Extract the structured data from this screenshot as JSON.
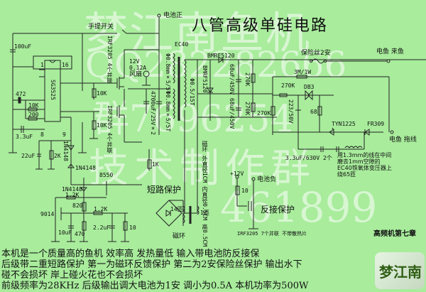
{
  "title": "八管高级单硅电路",
  "chapter": "高频机第七章",
  "watermark": {
    "brand": "梦江南鱼机",
    "qq_prefix": "QQ",
    "qq_numbers": [
      "282282666",
      "7696254",
      "461899"
    ],
    "group": "技术制作群"
  },
  "logo": {
    "text": "梦江南"
  },
  "terminals": {
    "battery_pos": "电池正",
    "battery_neg": "电池负",
    "plus12v": "+12V",
    "out_fish1": "电鱼 来鱼",
    "out_fish2": "电鱼 拖线"
  },
  "switch": {
    "label": "手提开关"
  },
  "ic": {
    "name": "SG3525",
    "pin1": "1",
    "pin16": "16",
    "pin8": "8",
    "pin9": "9"
  },
  "components": {
    "c_100uf": "100uF",
    "c_472": "472",
    "r_10k_a": "10K",
    "r_200": "200",
    "c_3_3uf": "3.3uF",
    "c_22uf": "22uF",
    "r_2k": "2K",
    "d_1n4148_a": "1N4148",
    "d_1n4148_b": "1N4148",
    "d_1n4148_c": "1N4148",
    "q_8550": "8550",
    "q_9014": "9014",
    "r_1_2k_a": "1.2K",
    "r_1_2k_b": "1.2K",
    "r_820": "820",
    "c_10uf": "10uF",
    "r_470": "470",
    "c_2_2uf": "2.2uF",
    "r_10_a": "10",
    "r_10k_b": "10K",
    "r_10k_c": "10K",
    "r_1k": "1K",
    "mos_top": "IRF3205 4个并联",
    "mos_bottom": "IRF3205 4个并联",
    "fan_v": "12V",
    "fan_a": "0.12A",
    "fan_name": "风扇",
    "c_4700uf": "4700uF/25V×2",
    "core": "EC40",
    "winding_p1": "Φ0.8mm×5/5T",
    "winding_p2": "Φ0.8mm×5/5T",
    "winding_s": "Φ0.5/15T",
    "d_bmrf_a": "BMRF5120",
    "d_bmrf_b": "BMRF5120",
    "c_68uf_a": "68uF/450V",
    "c_68uf_b": "68uF/450V",
    "r_270k_a": "270K",
    "r_270k_b": "270K",
    "r_270k_c": "270K",
    "r_270k_pot": "270K",
    "fuse": "保险丝2安",
    "r_3m": "3M/1W",
    "db3": "DB3",
    "c_223": "223/50V",
    "r_68": "68",
    "scr": "TYN1225",
    "d_fr309": "FR309",
    "c_3_3uf_630": "3.3uF/630V 2个",
    "inductor_note": "用1.3mm的线在中间磨去1mm空隙的EC40铁氧体变压器上绕65匝",
    "short_prot": "短路保护",
    "turns_14": "14匝",
    "turns_1": "1匝",
    "ring": "磁环",
    "ring_spec": "磁环 外直径1CM 内直径0.5CM 高0.5CM",
    "r_10_b": "10",
    "reverse_prot": "反接保护",
    "mos_reverse": "IRF3205 7个并联 不带散热片"
  },
  "description": [
    "本机是一个质量高的鱼机 效率高 发热量低 输入带电池防反接保",
    "后级带二重短路保护 第一为磁环反馈保护 第二为2安保险丝保护 输出水下",
    "碰不会损坏 岸上碰火花也不会损坏",
    "前级频率为28KHz 后级输出调大电池为1安 调小为0.5A 本机功率为500W"
  ]
}
